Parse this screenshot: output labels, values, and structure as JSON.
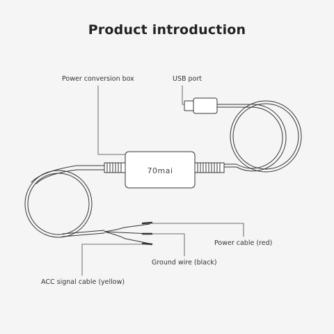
{
  "title": "Product introduction",
  "labels": {
    "power_conversion_box": "Power conversion box",
    "usb_port": "USB port",
    "power_cable": "Power cable (red)",
    "ground_wire": "Ground wire (black)",
    "acc_signal_cable": "ACC signal cable (yellow)"
  },
  "box_brand": "70mai",
  "colors": {
    "background": "#f5f5f5",
    "line": "#333333",
    "box_fill": "#ffffff"
  }
}
